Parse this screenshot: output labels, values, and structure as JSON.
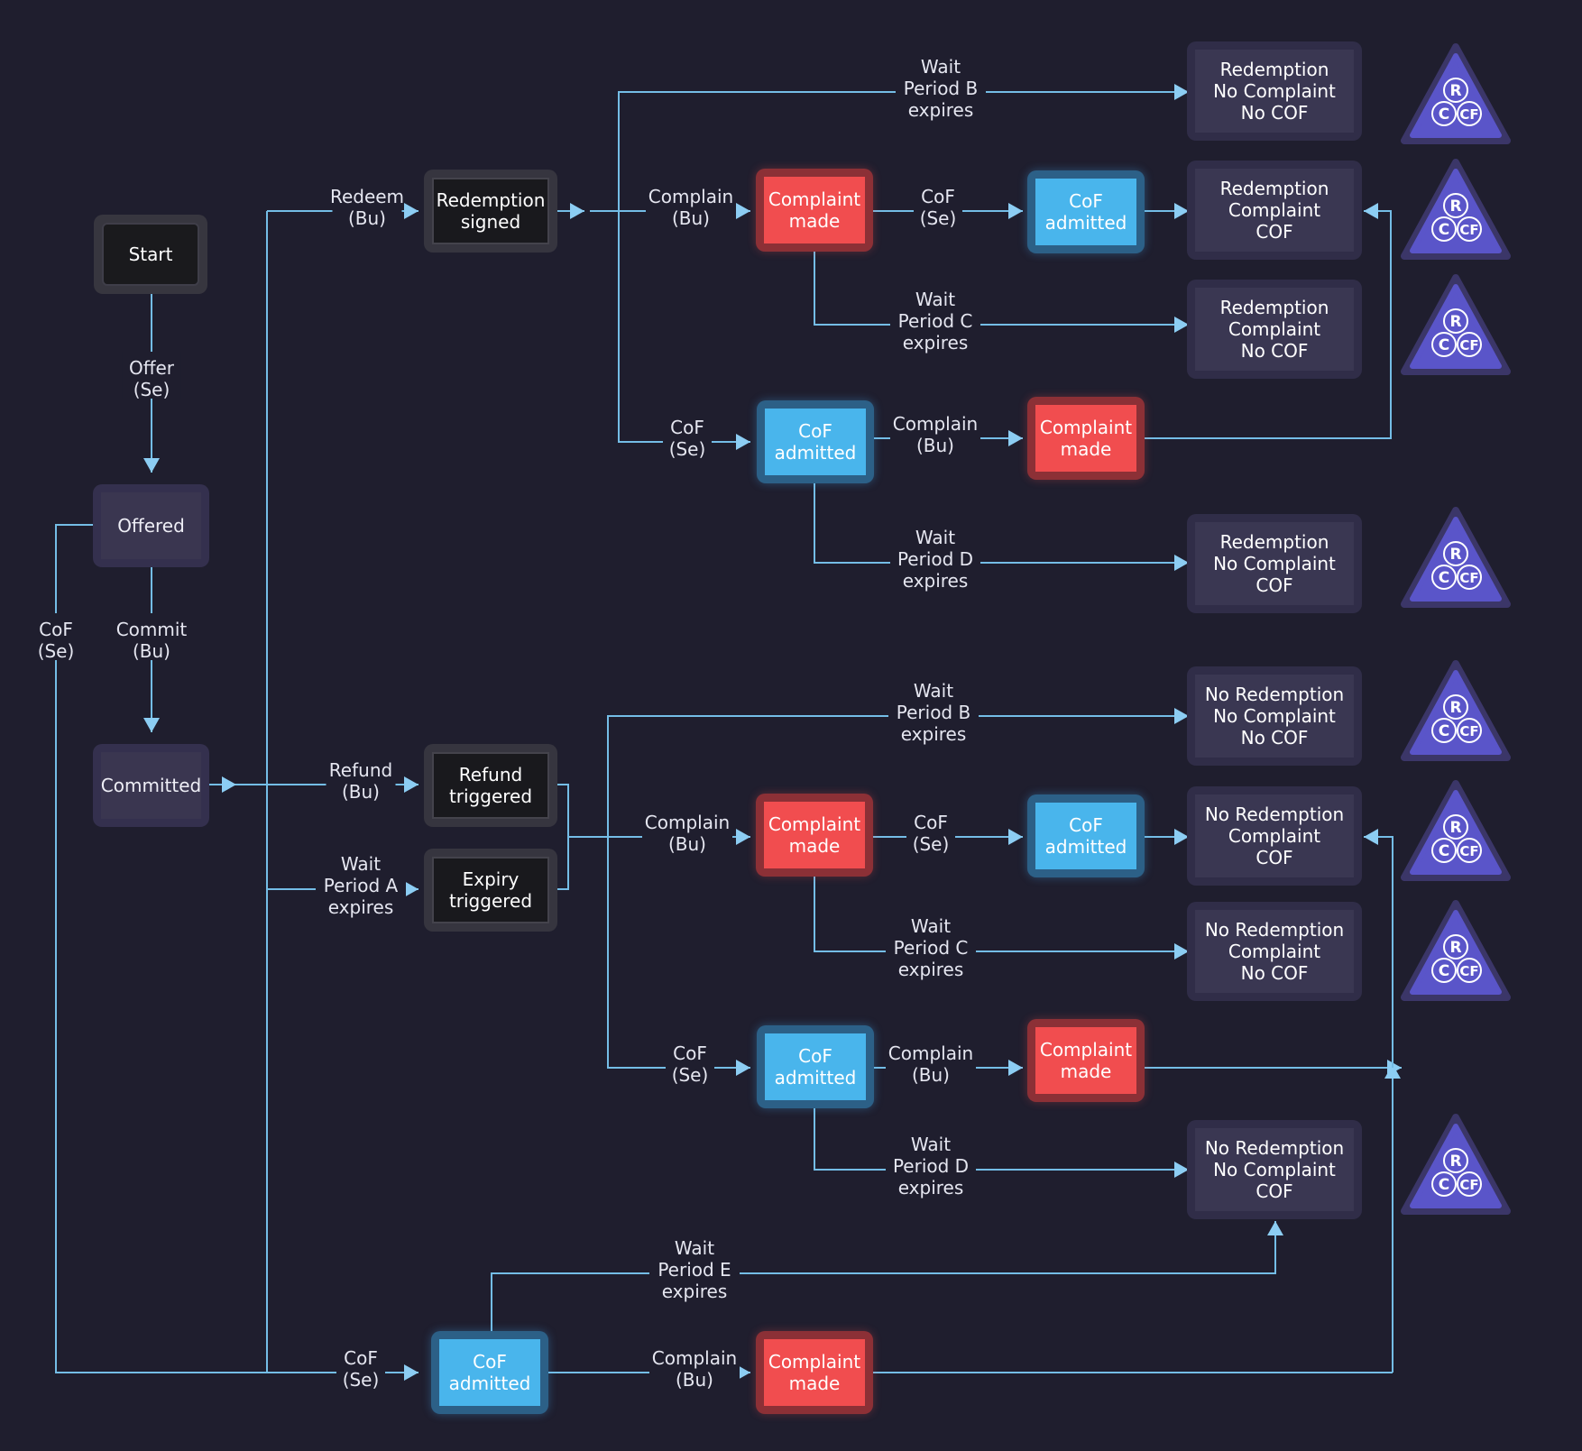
{
  "nodes": {
    "start": "Start",
    "offered": "Offered",
    "committed": "Committed",
    "redemption_signed": [
      "Redemption",
      "signed"
    ],
    "refund_triggered": [
      "Refund",
      "triggered"
    ],
    "expiry_triggered": [
      "Expiry",
      "triggered"
    ],
    "complaint_made_1": [
      "Complaint",
      "made"
    ],
    "cof_admitted_1": [
      "CoF",
      "admitted"
    ],
    "cof_admitted_2": [
      "CoF",
      "admitted"
    ],
    "complaint_made_2": [
      "Complaint",
      "made"
    ],
    "complaint_made_3": [
      "Complaint",
      "made"
    ],
    "cof_admitted_3": [
      "CoF",
      "admitted"
    ],
    "cof_admitted_4": [
      "CoF",
      "admitted"
    ],
    "complaint_made_4": [
      "Complaint",
      "made"
    ],
    "cof_admitted_5": [
      "CoF",
      "admitted"
    ],
    "complaint_made_5": [
      "Complaint",
      "made"
    ]
  },
  "terminals": [
    [
      "Redemption",
      "No Complaint",
      "No COF"
    ],
    [
      "Redemption",
      "Complaint",
      "COF"
    ],
    [
      "Redemption",
      "Complaint",
      "No COF"
    ],
    [
      "Redemption",
      "No Complaint",
      "COF"
    ],
    [
      "No Redemption",
      "No Complaint",
      "No COF"
    ],
    [
      "No Redemption",
      "Complaint",
      "COF"
    ],
    [
      "No Redemption",
      "Complaint",
      "No COF"
    ],
    [
      "No Redemption",
      "No Complaint",
      "COF"
    ]
  ],
  "edge_labels": {
    "offer": [
      "Offer",
      "(Se)"
    ],
    "commit": [
      "Commit",
      "(Bu)"
    ],
    "cof_left": [
      "CoF",
      "(Se)"
    ],
    "redeem": [
      "Redeem",
      "(Bu)"
    ],
    "refund": [
      "Refund",
      "(Bu)"
    ],
    "wait_a": [
      "Wait",
      "Period A",
      "expires"
    ],
    "cof_bottom": [
      "CoF",
      "(Se)"
    ],
    "wait_b_top": [
      "Wait",
      "Period B",
      "expires"
    ],
    "complain_top": [
      "Complain",
      "(Bu)"
    ],
    "cof_top_1": [
      "CoF",
      "(Se)"
    ],
    "wait_c_top": [
      "Wait",
      "Period C",
      "expires"
    ],
    "cof_top_2": [
      "CoF",
      "(Se)"
    ],
    "complain_top_2": [
      "Complain",
      "(Bu)"
    ],
    "wait_d_top": [
      "Wait",
      "Period D",
      "expires"
    ],
    "wait_b_bot": [
      "Wait",
      "Period B",
      "expires"
    ],
    "complain_bot": [
      "Complain",
      "(Bu)"
    ],
    "cof_bot_1": [
      "CoF",
      "(Se)"
    ],
    "wait_c_bot": [
      "Wait",
      "Period C",
      "expires"
    ],
    "cof_bot_2": [
      "CoF",
      "(Se)"
    ],
    "complain_bot_2": [
      "Complain",
      "(Bu)"
    ],
    "wait_d_bot": [
      "Wait",
      "Period D",
      "expires"
    ],
    "wait_e": [
      "Wait",
      "Period E",
      "expires"
    ],
    "complain_last": [
      "Complain",
      "(Bu)"
    ]
  },
  "badge_letters": [
    "R",
    "C",
    "CF"
  ],
  "badge_colors": [
    [
      "#ffffff",
      "#ffffff",
      "#ffffff"
    ],
    [
      "#ffffff",
      "#ffffff",
      "#ffffff"
    ],
    [
      "#ffffff",
      "#ffffff",
      "#ffffff"
    ],
    [
      "#ffffff",
      "#ffffff",
      "#ffffff"
    ],
    [
      "#ffffff",
      "#ffffff",
      "#ffffff"
    ],
    [
      "#ffffff",
      "#ffffff",
      "#ffffff"
    ],
    [
      "#ffffff",
      "#ffffff",
      "#ffffff"
    ],
    [
      "#ffffff",
      "#ffffff",
      "#ffffff"
    ]
  ],
  "colors": {
    "background": "#1f1e2e",
    "edge": "#74bde6",
    "complaint": "#f14d4f",
    "cof": "#49b5ec",
    "badge": "#5a55c9"
  }
}
